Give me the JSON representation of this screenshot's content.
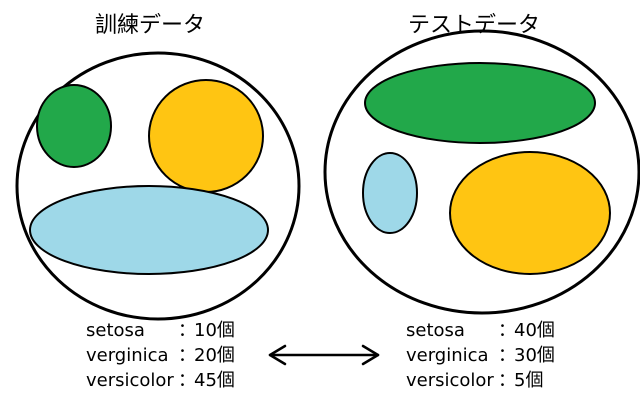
{
  "train": {
    "title": "訓練データ",
    "colors": {
      "setosa": "#22A84A",
      "verginica": "#FFC512",
      "versicolor": "#9ED8E8"
    },
    "rows": [
      {
        "name": "setosa",
        "sep": "：",
        "value": "10個"
      },
      {
        "name": "verginica",
        "sep": "：",
        "value": "20個"
      },
      {
        "name": "versicolor",
        "sep": "：",
        "value": "45個"
      }
    ]
  },
  "test": {
    "title": "テストデータ",
    "rows": [
      {
        "name": "setosa",
        "sep": "：",
        "value": "40個"
      },
      {
        "name": "verginica",
        "sep": "：",
        "value": "30個"
      },
      {
        "name": "versicolor",
        "sep": "：",
        "value": "5個"
      }
    ]
  },
  "connector": {
    "type": "double-headed-arrow"
  },
  "colors": {
    "outline": "#000000",
    "green": "#22A84A",
    "yellow": "#FFC512",
    "lightblue": "#9ED8E8"
  }
}
